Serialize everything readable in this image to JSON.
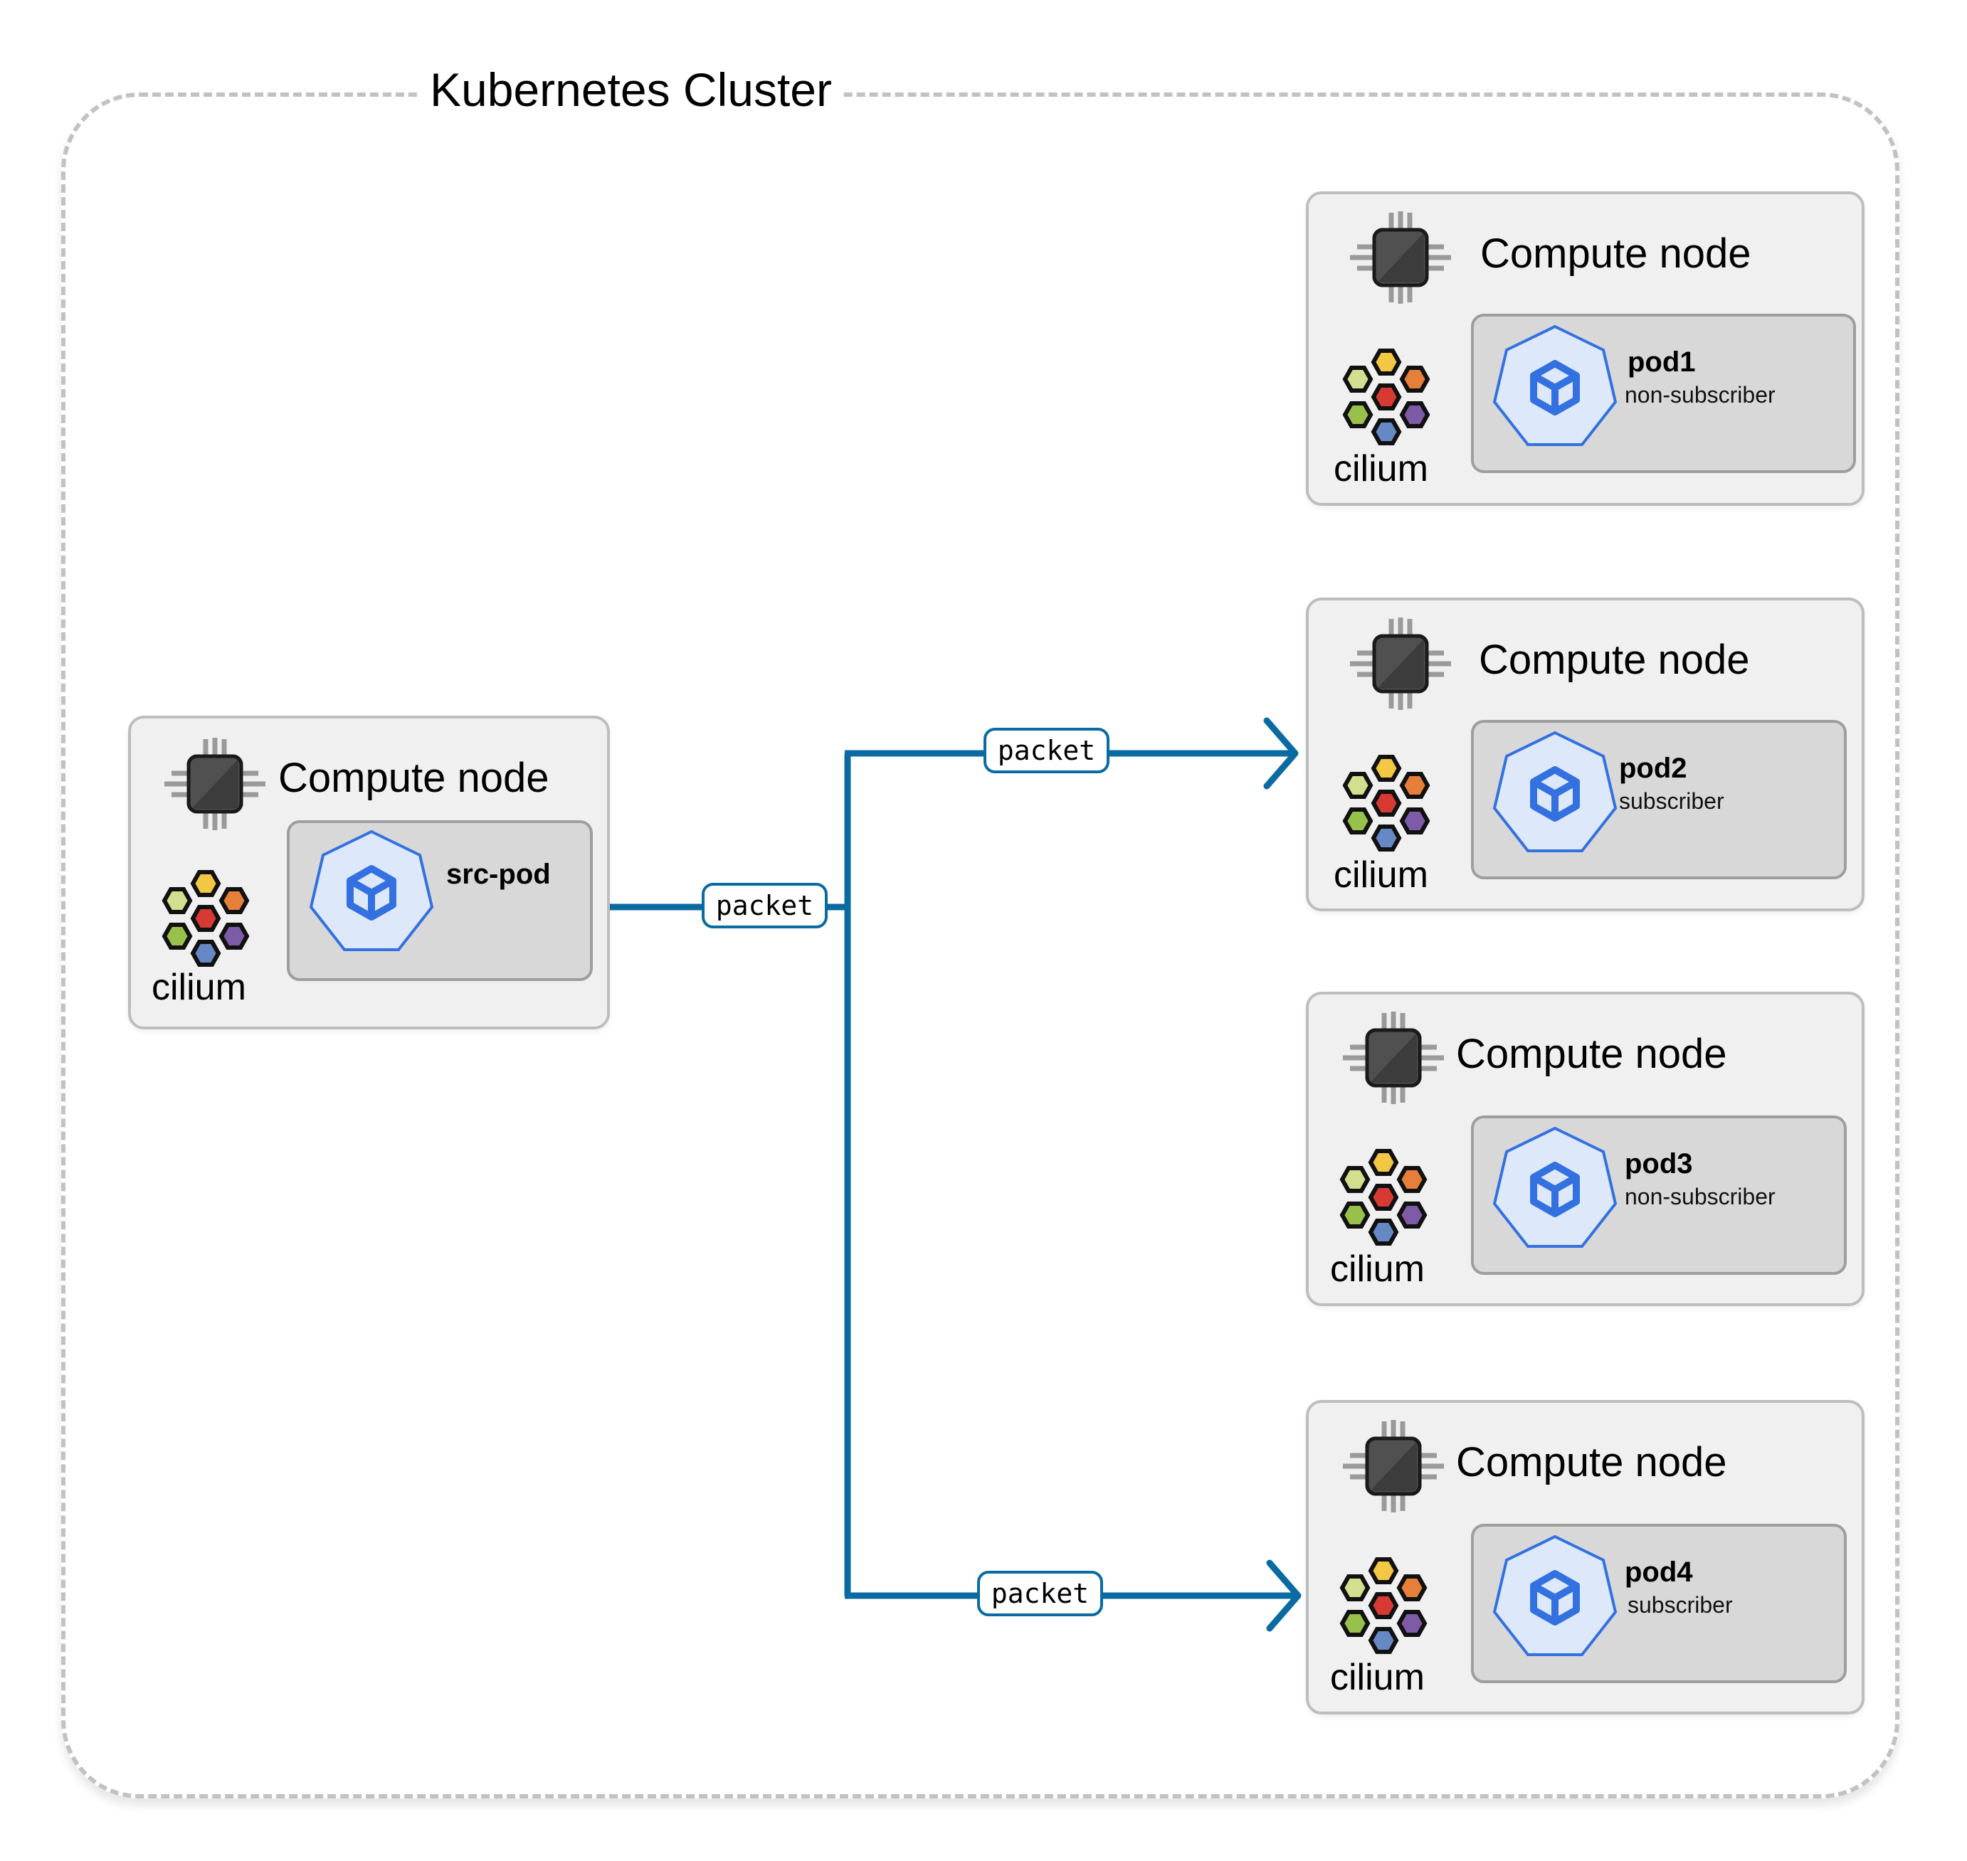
{
  "cluster": {
    "title": "Kubernetes Cluster"
  },
  "colors": {
    "link": "#0a6ba3",
    "node_bg": "#f0f0f0",
    "pod_bg": "#d8d8d8",
    "pod_icon_fill": "#dde9fb",
    "pod_icon_stroke": "#3370e0",
    "cilium_hexes": [
      "#f2c744",
      "#e57f3a",
      "#7d5ba6",
      "#6689c6",
      "#98c14c",
      "#d3de8e",
      "#d73a33"
    ]
  },
  "nodes": [
    {
      "id": "src",
      "title": "Compute node",
      "cilium_label": "cilium",
      "pod": {
        "name": "src-pod",
        "role": ""
      }
    },
    {
      "id": "n1",
      "title": "Compute node",
      "cilium_label": "cilium",
      "pod": {
        "name": "pod1",
        "role": "non-subscriber"
      }
    },
    {
      "id": "n2",
      "title": "Compute node",
      "cilium_label": "cilium",
      "pod": {
        "name": "pod2",
        "role": "subscriber"
      }
    },
    {
      "id": "n3",
      "title": "Compute node",
      "cilium_label": "cilium",
      "pod": {
        "name": "pod3",
        "role": "non-subscriber"
      }
    },
    {
      "id": "n4",
      "title": "Compute node",
      "cilium_label": "cilium",
      "pod": {
        "name": "pod4",
        "role": "subscriber"
      }
    }
  ],
  "links": [
    {
      "from": "src-pod",
      "to": "junction",
      "label": "packet"
    },
    {
      "from": "junction",
      "to": "pod2",
      "label": "packet"
    },
    {
      "from": "junction",
      "to": "pod4",
      "label": "packet"
    }
  ],
  "icons": {
    "chip": "cpu-chip-icon",
    "cilium": "cilium-logo-icon",
    "pod": "kubernetes-pod-icon"
  }
}
